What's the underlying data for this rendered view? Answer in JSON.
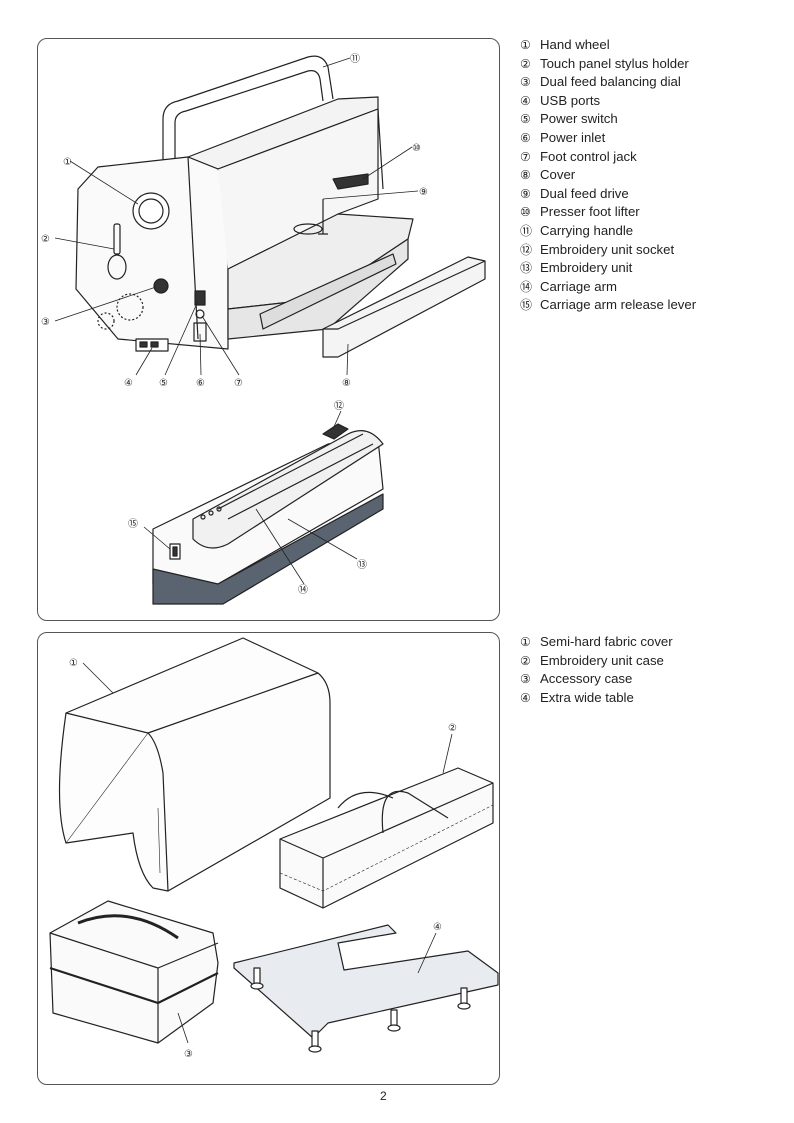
{
  "machine_parts": [
    {
      "num": "①",
      "label": "Hand wheel"
    },
    {
      "num": "②",
      "label": "Touch panel stylus holder"
    },
    {
      "num": "③",
      "label": "Dual feed balancing dial"
    },
    {
      "num": "④",
      "label": "USB ports"
    },
    {
      "num": "⑤",
      "label": "Power switch"
    },
    {
      "num": "⑥",
      "label": "Power inlet"
    },
    {
      "num": "⑦",
      "label": "Foot control jack"
    },
    {
      "num": "⑧",
      "label": "Cover"
    },
    {
      "num": "⑨",
      "label": "Dual feed drive"
    },
    {
      "num": "⑩",
      "label": "Presser foot lifter"
    },
    {
      "num": "⑪",
      "label": "Carrying handle"
    },
    {
      "num": "⑫",
      "label": "Embroidery unit socket"
    },
    {
      "num": "⑬",
      "label": "Embroidery unit"
    },
    {
      "num": "⑭",
      "label": "Carriage arm"
    },
    {
      "num": "⑮",
      "label": "Carriage arm release lever"
    }
  ],
  "accessories": [
    {
      "num": "①",
      "label": "Semi-hard fabric cover"
    },
    {
      "num": "②",
      "label": "Embroidery unit case"
    },
    {
      "num": "③",
      "label": "Accessory case"
    },
    {
      "num": "④",
      "label": "Extra wide table"
    }
  ],
  "callouts_top": [
    "①",
    "②",
    "③",
    "④",
    "⑤",
    "⑥",
    "⑦",
    "⑧",
    "⑨",
    "⑩",
    "⑪",
    "⑫",
    "⑬",
    "⑭",
    "⑮"
  ],
  "callouts_bottom": [
    "①",
    "②",
    "③",
    "④"
  ],
  "page_number": "2"
}
